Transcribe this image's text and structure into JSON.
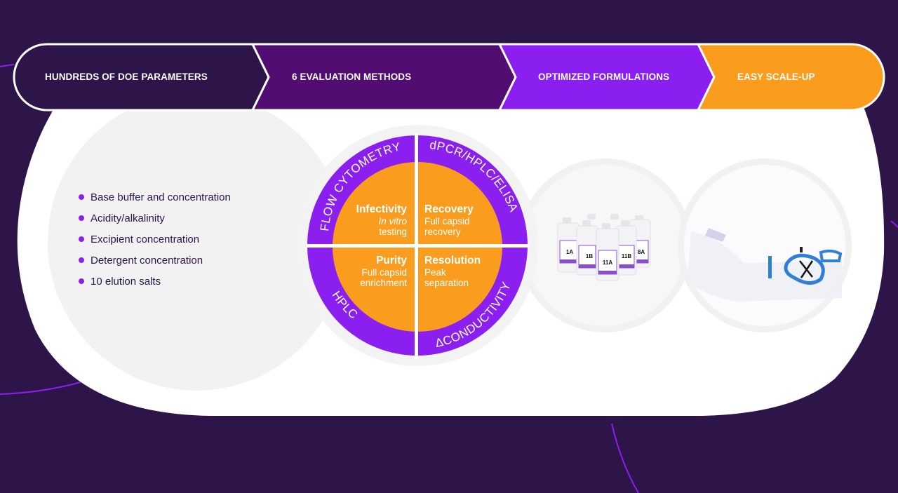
{
  "colors": {
    "background": "#2e1549",
    "step1": "#2e1549",
    "step2": "#520d73",
    "step3": "#8a1ff0",
    "step4": "#fa9c1e",
    "panel": "#ffffff",
    "panel_circle": "#f2f2f2",
    "wheel_outer": "#8a1ff0",
    "wheel_inner": "#fa9c1e",
    "text_dark": "#2a1548",
    "bullet": "#8a1ff0"
  },
  "process_steps": [
    {
      "label": "HUNDREDS OF DOE PARAMETERS"
    },
    {
      "label": "6 EVALUATION METHODS"
    },
    {
      "label": "OPTIMIZED FORMULATIONS"
    },
    {
      "label": "EASY SCALE-UP"
    }
  ],
  "parameters": {
    "items": [
      "Base buffer and concentration",
      "Acidity/alkalinity",
      "Excipient concentration",
      "Detergent concentration",
      "10 elution salts"
    ]
  },
  "wheel": {
    "methods": {
      "top_left": "FLOW CYTOMETRY",
      "top_right": "dPCR/HPLC/ELISA",
      "bottom_left": "HPLC",
      "bottom_right": "ΔCONDUCTIVITY"
    },
    "quadrants": [
      {
        "title": "Infectivity",
        "sub1": "In vitro",
        "sub2": "testing"
      },
      {
        "title": "Recovery",
        "sub1": "Full capsid",
        "sub2": "recovery"
      },
      {
        "title": "Purity",
        "sub1": "Full capsid",
        "sub2": "enrichment"
      },
      {
        "title": "Resolution",
        "sub1": "Peak",
        "sub2": "separation"
      }
    ]
  },
  "formulations_image": {
    "bottle_labels": [
      "1A",
      "1B",
      "11A",
      "11B",
      "8A"
    ]
  },
  "scaleup_image": {
    "description": "bioprocess bag with blue clamp"
  }
}
